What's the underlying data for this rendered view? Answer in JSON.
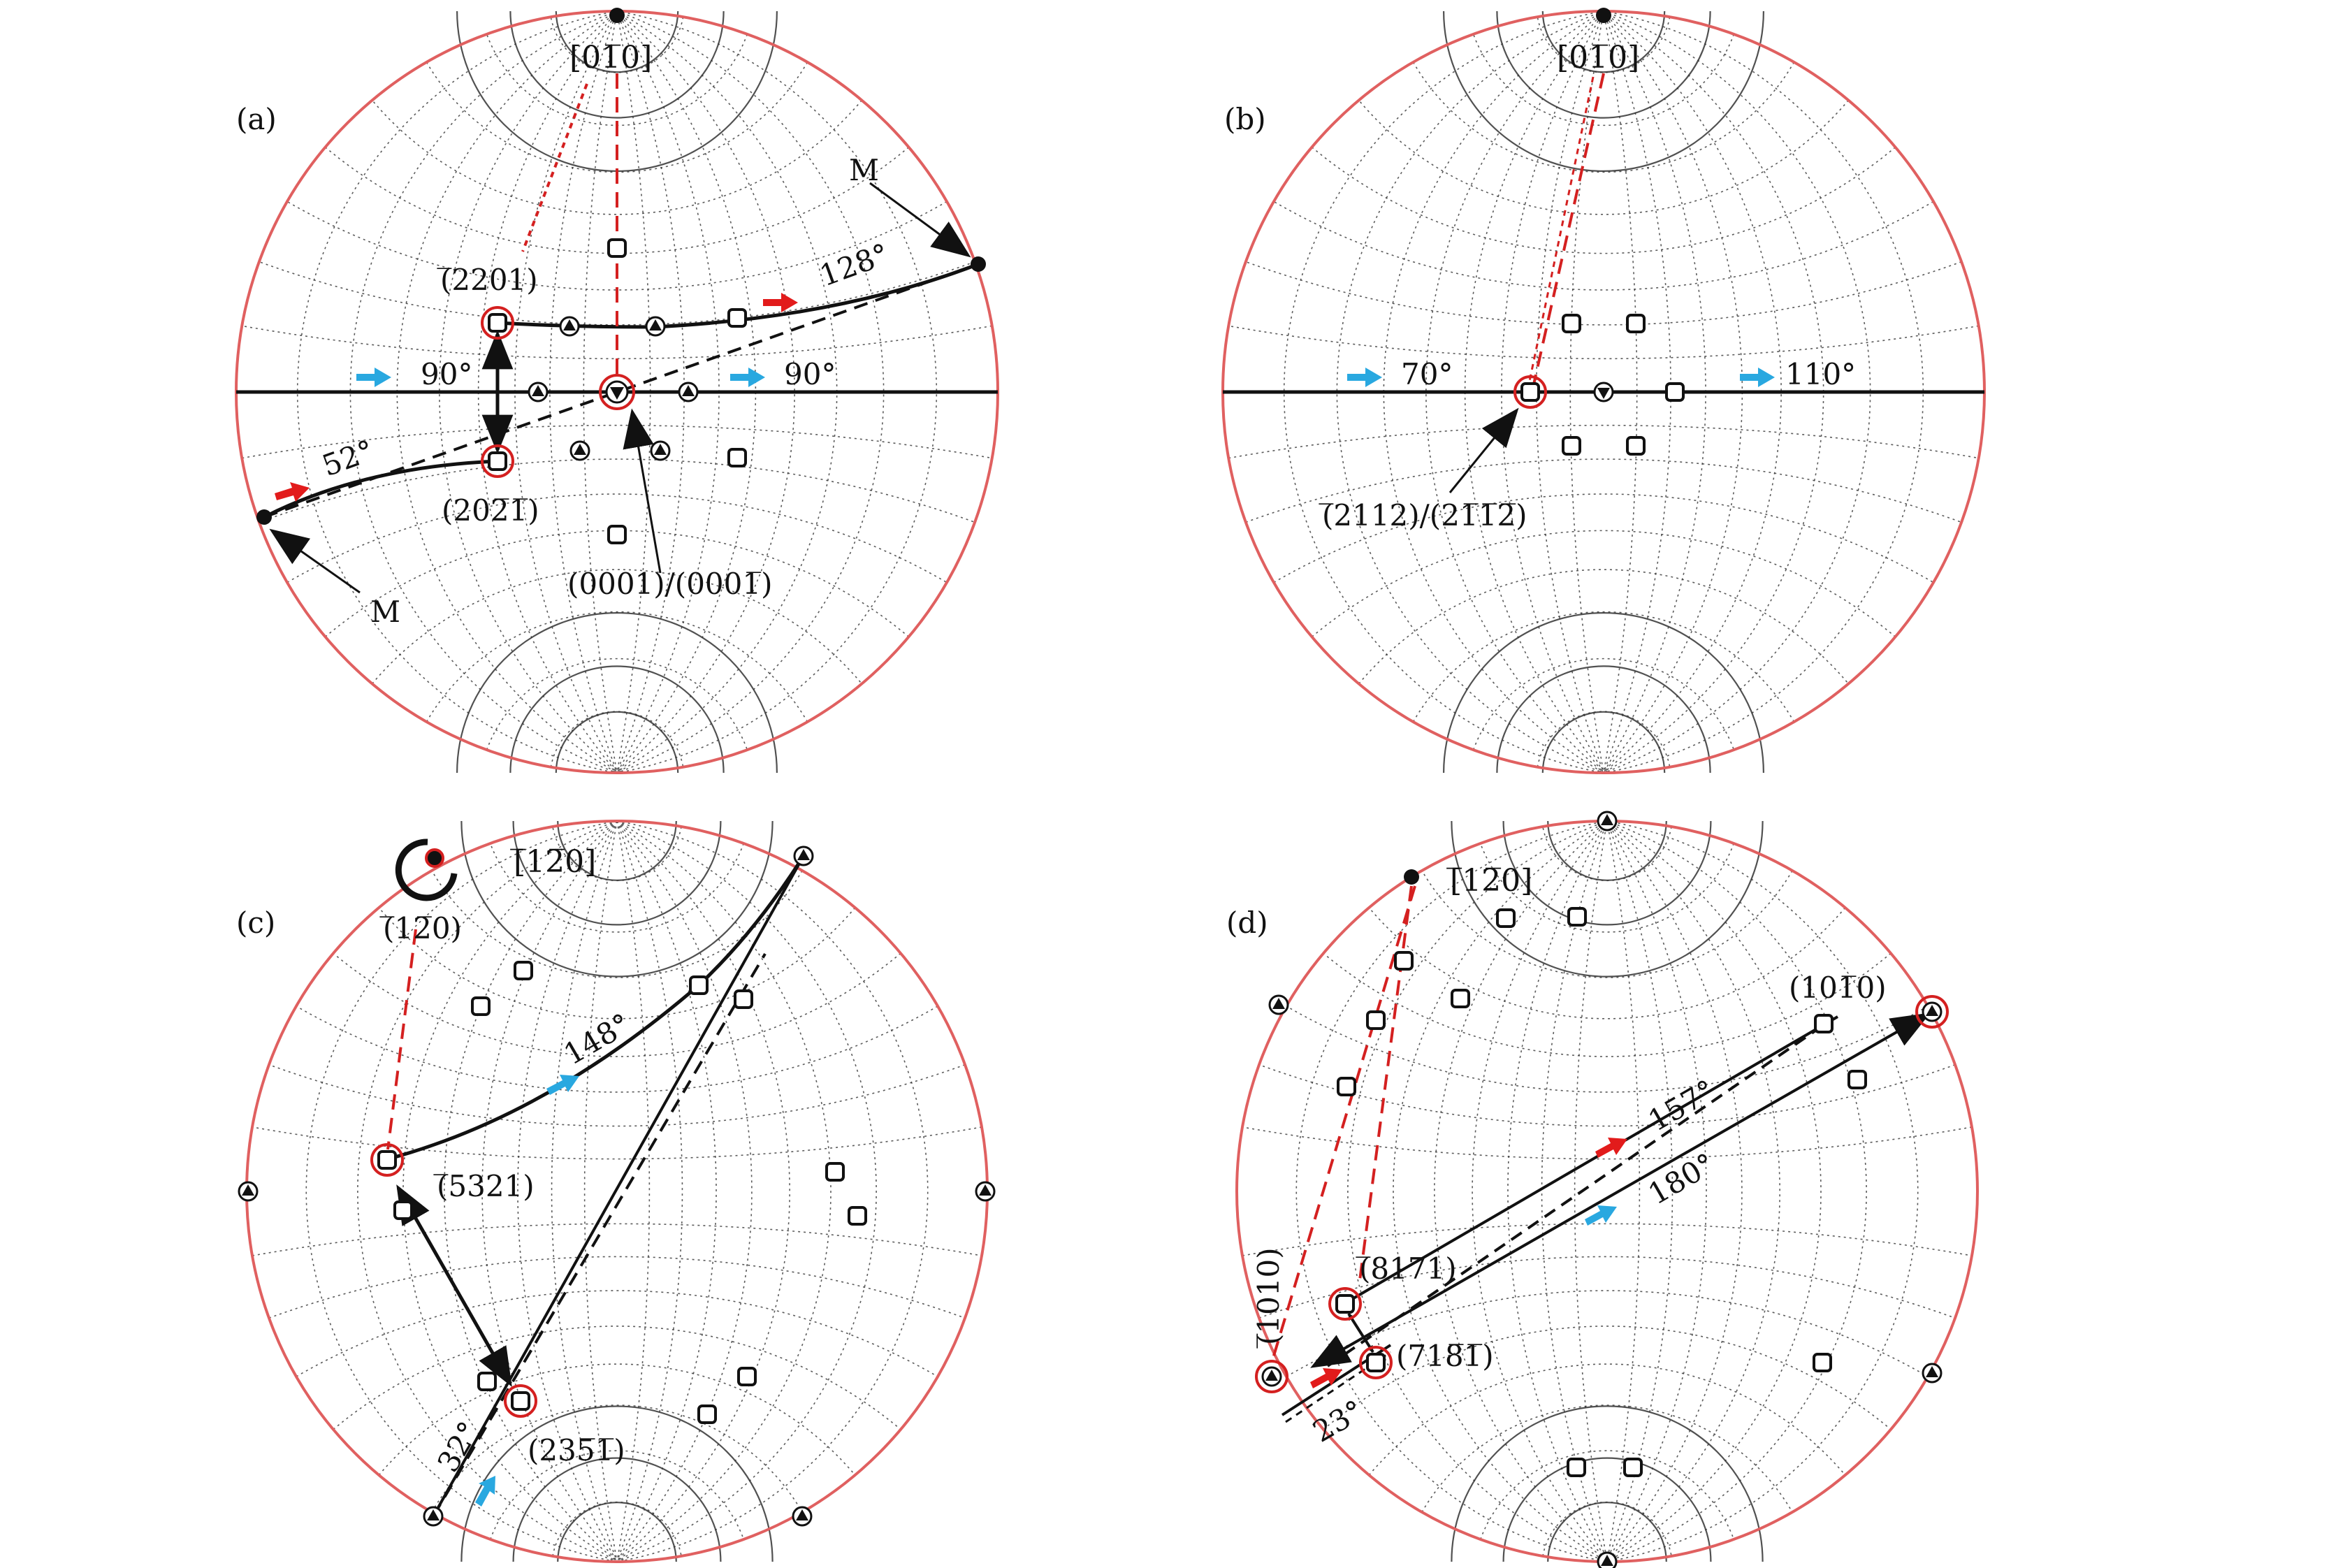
{
  "colors": {
    "outline": "#e06060",
    "grid": "#333333",
    "guide_red": "#d42020",
    "arrow_red": "#e21b1b",
    "arrow_blue": "#29a8e0",
    "ink": "#111111"
  },
  "panels": {
    "a": {
      "label": "(a)",
      "labels": {
        "pole_top": "[01̅0]",
        "p2201": "(̅2201)",
        "p2021": "(202̅1̅)",
        "pc": "(0001)/(0001̅)",
        "m_top": "M",
        "m_bottom": "M",
        "ang128": "128°",
        "ang90l": "90°",
        "ang90r": "90°",
        "ang52": "52°"
      }
    },
    "b": {
      "label": "(b)",
      "labels": {
        "pole_top": "[01̅0]",
        "ang70": "70°",
        "ang110": "110°",
        "p2112": "(̅2112)/(21̅1̅2̅)"
      }
    },
    "c": {
      "label": "(c)",
      "labels": {
        "pole_top": "[̅12̅0]",
        "p1210": "(̅12̅0)",
        "p5321": "(̅5321)",
        "p2351": "(235̅1̅)",
        "ang148": "148°",
        "ang32": "32°"
      }
    },
    "d": {
      "label": "(d)",
      "labels": {
        "pole_top": "[̅12̅0]",
        "p1010r": "(101̅0)",
        "p1010l": "(̅1010)",
        "p8171": "(̅8171)",
        "p7181": "(718̅1̅)",
        "ang157": "157°",
        "ang180": "180°",
        "ang23": "23°"
      }
    }
  }
}
